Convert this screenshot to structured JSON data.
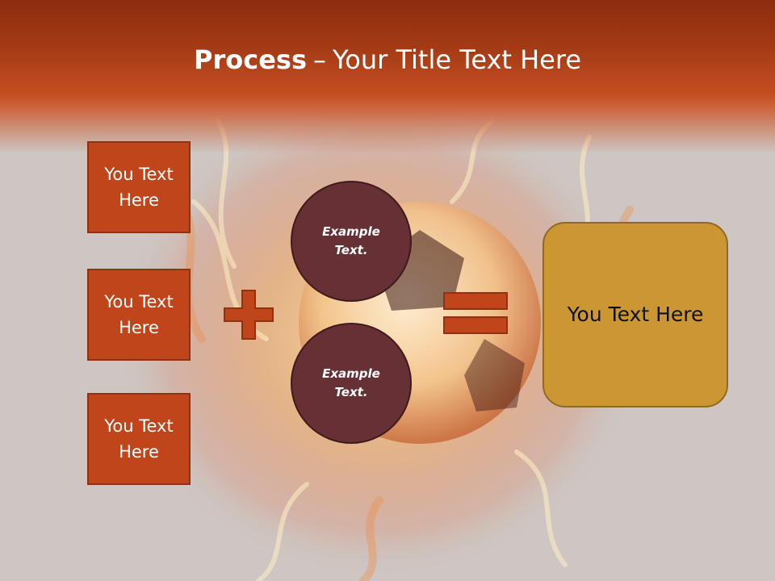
{
  "slide": {
    "title_strong": "Process",
    "title_dash": "–",
    "title_rest": "Your Title Text Here"
  },
  "left_boxes": [
    {
      "text": "You Text Here"
    },
    {
      "text": "You Text Here"
    },
    {
      "text": "You Text Here"
    }
  ],
  "circles": [
    {
      "text": "Example Text."
    },
    {
      "text": "Example Text."
    }
  ],
  "result_box": {
    "text": "You Text Here"
  },
  "icons": {
    "plus": "plus-icon",
    "equals": "equals-icon"
  },
  "colors": {
    "header": "#a33a15",
    "box_fill": "#c0451a",
    "circle_fill": "#673035",
    "result_fill": "#cc9733",
    "background": "#cdc6c3"
  }
}
